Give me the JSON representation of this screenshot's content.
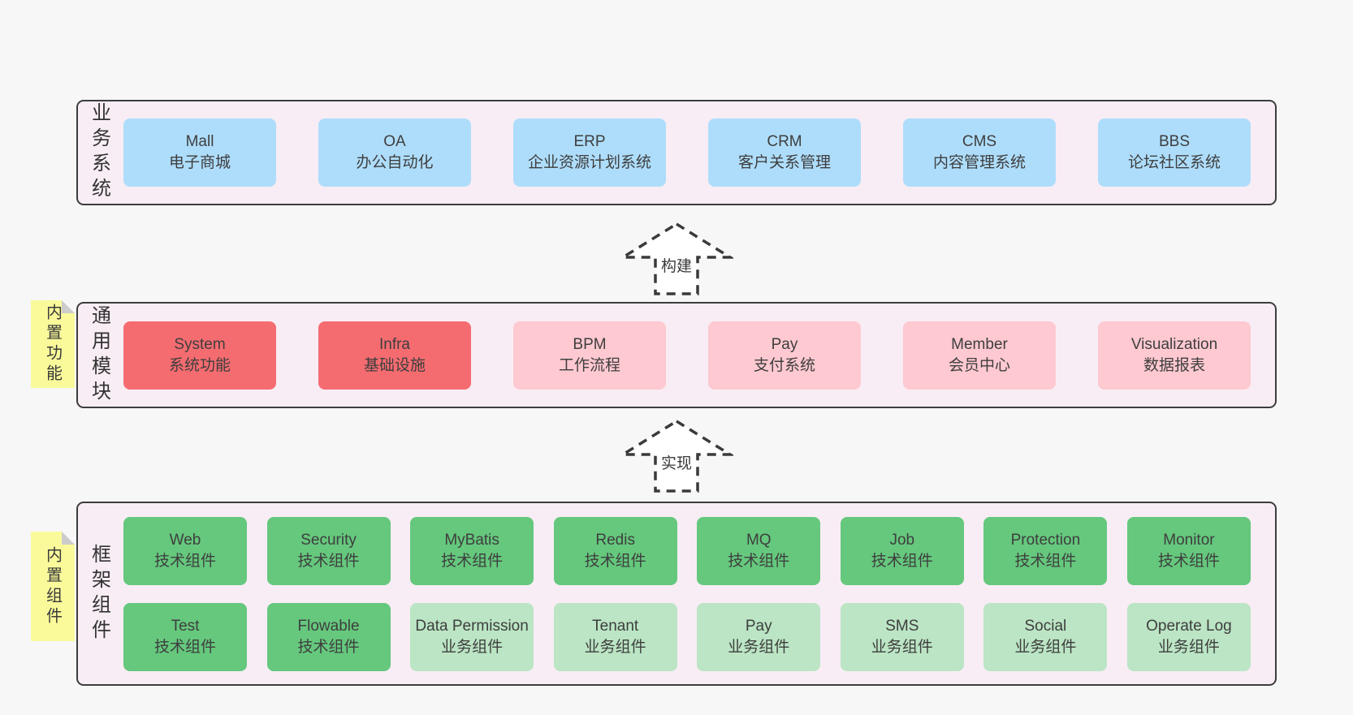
{
  "colors": {
    "page_bg": "#f7f7f7",
    "panel_bg": "#f8edf5",
    "panel_border": "#3d3d3d",
    "business_box": "#aeddfb",
    "module_core_box": "#f56c70",
    "module_box": "#fec9d0",
    "tech_component_box": "#65c87d",
    "biz_component_box": "#bbe5c4",
    "note_bg": "#fafa9b"
  },
  "arrows": [
    {
      "label": "构建"
    },
    {
      "label": "实现"
    }
  ],
  "layers": {
    "business": {
      "side_label": "业务系统",
      "boxes": [
        {
          "title": "Mall",
          "subtitle": "电子商城"
        },
        {
          "title": "OA",
          "subtitle": "办公自动化"
        },
        {
          "title": "ERP",
          "subtitle": "企业资源计划系统"
        },
        {
          "title": "CRM",
          "subtitle": "客户关系管理"
        },
        {
          "title": "CMS",
          "subtitle": "内容管理系统"
        },
        {
          "title": "BBS",
          "subtitle": "论坛社区系统"
        }
      ]
    },
    "modules": {
      "side_label": "通用模块",
      "note": "内置功能",
      "boxes": [
        {
          "title": "System",
          "subtitle": "系统功能"
        },
        {
          "title": "Infra",
          "subtitle": "基础设施"
        },
        {
          "title": "BPM",
          "subtitle": "工作流程"
        },
        {
          "title": "Pay",
          "subtitle": "支付系统"
        },
        {
          "title": "Member",
          "subtitle": "会员中心"
        },
        {
          "title": "Visualization",
          "subtitle": "数据报表"
        }
      ]
    },
    "components": {
      "side_label": "框架组件",
      "note": "内置组件",
      "row1": [
        {
          "title": "Web",
          "subtitle": "技术组件"
        },
        {
          "title": "Security",
          "subtitle": "技术组件"
        },
        {
          "title": "MyBatis",
          "subtitle": "技术组件"
        },
        {
          "title": "Redis",
          "subtitle": "技术组件"
        },
        {
          "title": "MQ",
          "subtitle": "技术组件"
        },
        {
          "title": "Job",
          "subtitle": "技术组件"
        },
        {
          "title": "Protection",
          "subtitle": "技术组件"
        },
        {
          "title": "Monitor",
          "subtitle": "技术组件"
        }
      ],
      "row2": [
        {
          "title": "Test",
          "subtitle": "技术组件"
        },
        {
          "title": "Flowable",
          "subtitle": "技术组件"
        },
        {
          "title": "Data Permission",
          "subtitle": "业务组件"
        },
        {
          "title": "Tenant",
          "subtitle": "业务组件"
        },
        {
          "title": "Pay",
          "subtitle": "业务组件"
        },
        {
          "title": "SMS",
          "subtitle": "业务组件"
        },
        {
          "title": "Social",
          "subtitle": "业务组件"
        },
        {
          "title": "Operate Log",
          "subtitle": "业务组件"
        }
      ]
    }
  }
}
